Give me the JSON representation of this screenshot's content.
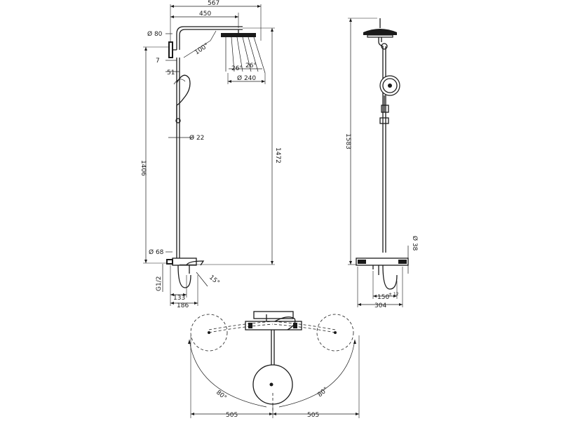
{
  "drawing": {
    "line_color": "#1a1a1a",
    "background": "#ffffff",
    "front_view": {
      "total_width": "567",
      "arm_length": "450",
      "wall_flange_diameter": "Ø 80",
      "arm_angle": "100°",
      "spray_angle_left": "26°",
      "spray_angle_right": "26°",
      "head_diameter": "Ø 240",
      "wall_offset_small": "7",
      "wall_offset": "51",
      "riser_diameter": "Ø 22",
      "total_height": "1406",
      "riser_height": "1472",
      "mixer_diameter": "Ø 68",
      "connection_thread": "G1/2",
      "spout_angle": "15°",
      "spout_projection": "133",
      "mixer_projection": "186"
    },
    "side_view": {
      "height": "1583",
      "hose_diameter": "Ø 38",
      "connection_spacing": "150",
      "connection_tolerance": "± 12",
      "width": "304"
    },
    "top_view": {
      "swivel_angle_left": "80°",
      "swivel_angle_right": "80°",
      "reach_left": "505",
      "reach_right": "505"
    }
  }
}
